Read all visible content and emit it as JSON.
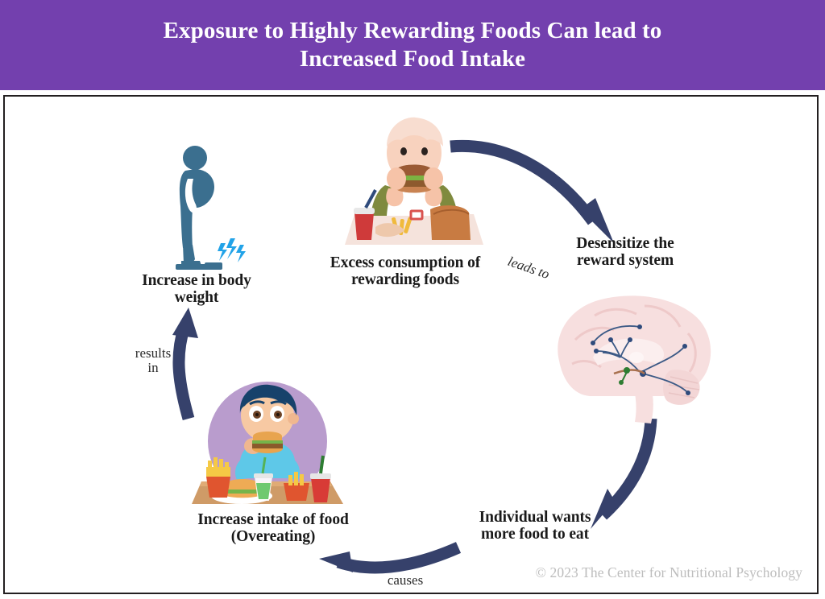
{
  "header": {
    "title": "Exposure to Highly Rewarding Foods Can lead to\nIncreased Food Intake",
    "background_color": "#7340ae",
    "text_color": "#ffffff"
  },
  "diagram": {
    "border_color": "#231f20",
    "background_color": "#ffffff",
    "arrow_color": "#36416b",
    "nodes": [
      {
        "id": "increase-body-weight",
        "label": "Increase in body\nweight",
        "icon": "overweight-person-on-scale-icon",
        "icon_color": "#3b6f8f"
      },
      {
        "id": "excess-consumption",
        "label": "Excess consumption of\nrewarding foods",
        "icon": "man-eating-burger-icon"
      },
      {
        "id": "desensitize-reward-system",
        "label": "Desensitize the\nreward system",
        "icon": "brain-reward-pathway-icon",
        "icon_color": "#f6dcdc"
      },
      {
        "id": "wants-more-food",
        "label": "Individual wants\nmore food to eat",
        "icon": "none"
      },
      {
        "id": "increase-intake",
        "label": "Increase intake of food\n(Overeating)",
        "icon": "boy-eating-fast-food-icon",
        "icon_color": "#b99ccd"
      }
    ],
    "arrows": [
      {
        "id": "arrow-leads-to",
        "label": "leads to",
        "from": "excess-consumption",
        "to": "desensitize-reward-system"
      },
      {
        "id": "arrow-brain-to-wants",
        "label": "",
        "from": "desensitize-reward-system",
        "to": "wants-more-food"
      },
      {
        "id": "arrow-causes",
        "label": "causes",
        "from": "wants-more-food",
        "to": "increase-intake"
      },
      {
        "id": "arrow-results-in",
        "label": "results\nin",
        "from": "increase-intake",
        "to": "increase-body-weight"
      }
    ]
  },
  "footer": {
    "credit": "© 2023 The Center for Nutritional Psychology"
  }
}
